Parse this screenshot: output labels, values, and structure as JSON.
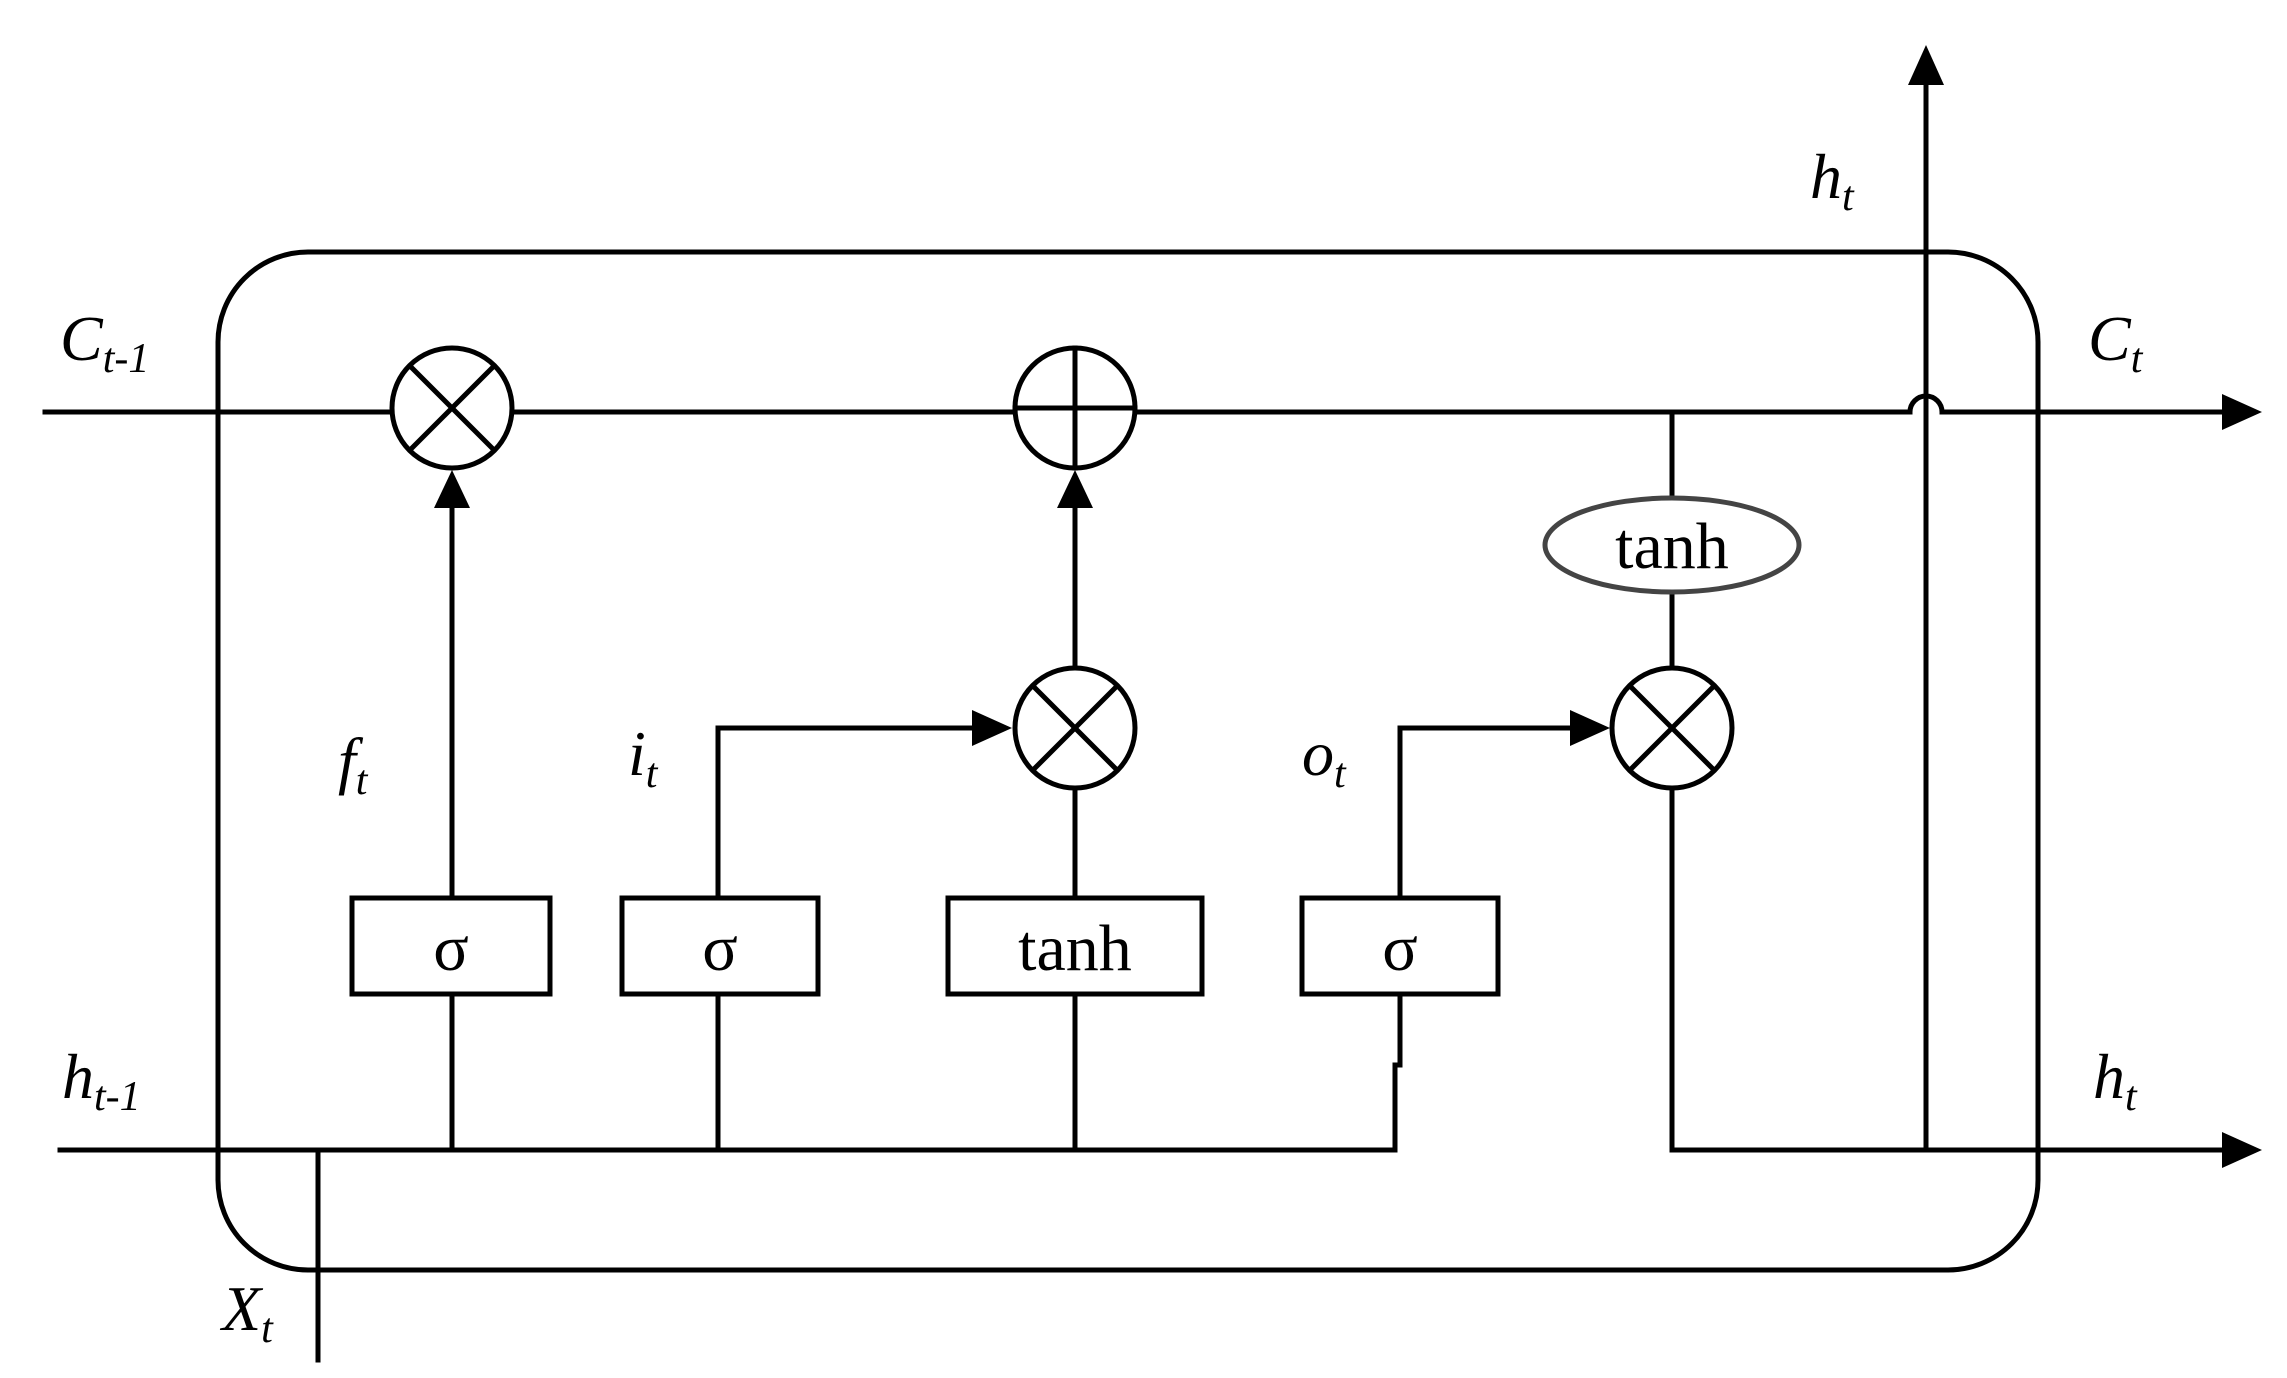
{
  "labels": {
    "c_prev": {
      "main": "C",
      "sub": "t-1"
    },
    "c_next": {
      "main": "C",
      "sub": "t"
    },
    "h_prev": {
      "main": "h",
      "sub": "t-1"
    },
    "h_next": {
      "main": "h",
      "sub": "t"
    },
    "h_top": {
      "main": "h",
      "sub": "t"
    },
    "x_in": {
      "main": "X",
      "sub": "t"
    },
    "f_gate": {
      "main": "f",
      "sub": "t"
    },
    "i_gate": {
      "main": "i",
      "sub": "t"
    },
    "o_gate": {
      "main": "o",
      "sub": "t"
    }
  },
  "blocks": {
    "forget_sigma": "σ",
    "input_sigma": "σ",
    "candidate_tanh": "tanh",
    "output_sigma": "σ",
    "cell_tanh": "tanh"
  }
}
